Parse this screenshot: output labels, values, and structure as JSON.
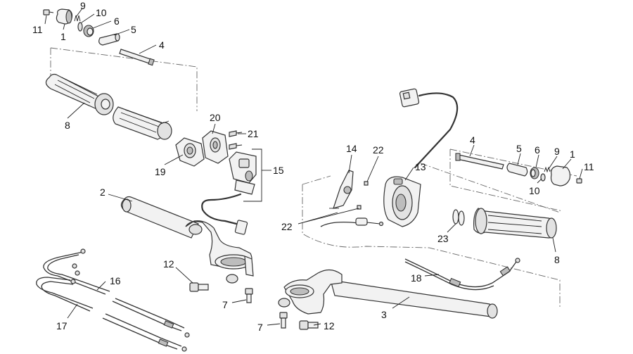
{
  "colors": {
    "line": "#222222",
    "fill_light": "#f2f2f2",
    "fill_mid": "#e2e2e2",
    "fill_dark": "#bdbdbd"
  },
  "labels": {
    "l11a": "11",
    "l9a": "9",
    "l10a": "10",
    "l6a": "6",
    "l1a": "1",
    "l5a": "5",
    "l4a": "4",
    "l8a": "8",
    "l20": "20",
    "l21": "21",
    "l19": "19",
    "l15": "15",
    "l2": "2",
    "l14": "14",
    "l22a": "22",
    "l13": "13",
    "l22b": "22",
    "l4b": "4",
    "l5b": "5",
    "l6b": "6",
    "l9b": "9",
    "l1b": "1",
    "l11b": "11",
    "l10b": "10",
    "l23": "23",
    "l8b": "8",
    "l12a": "12",
    "l16": "16",
    "l18": "18",
    "l7a": "7",
    "l3": "3",
    "l17": "17",
    "l7b": "7",
    "l12b": "12"
  }
}
